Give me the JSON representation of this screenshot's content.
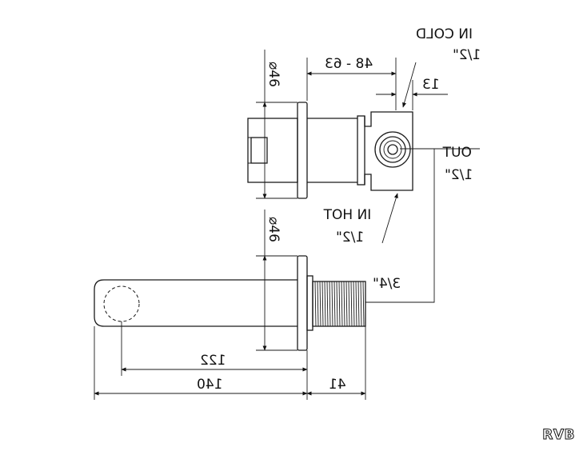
{
  "labels": {
    "in_cold": "IN COLD",
    "in_cold_size": "1/2\"",
    "out": "OUT",
    "out_size": "1/2\"",
    "in_hot": "IN HOT",
    "in_hot_size": "1/2\"",
    "thread_size": "3/4\""
  },
  "dimensions": {
    "depth_range": "48 - 63",
    "offset": "13",
    "diameter_top": "⌀46",
    "diameter_bottom": "⌀46",
    "length_122": "122",
    "length_140": "140",
    "length_41": "41"
  },
  "brand": "RVB"
}
